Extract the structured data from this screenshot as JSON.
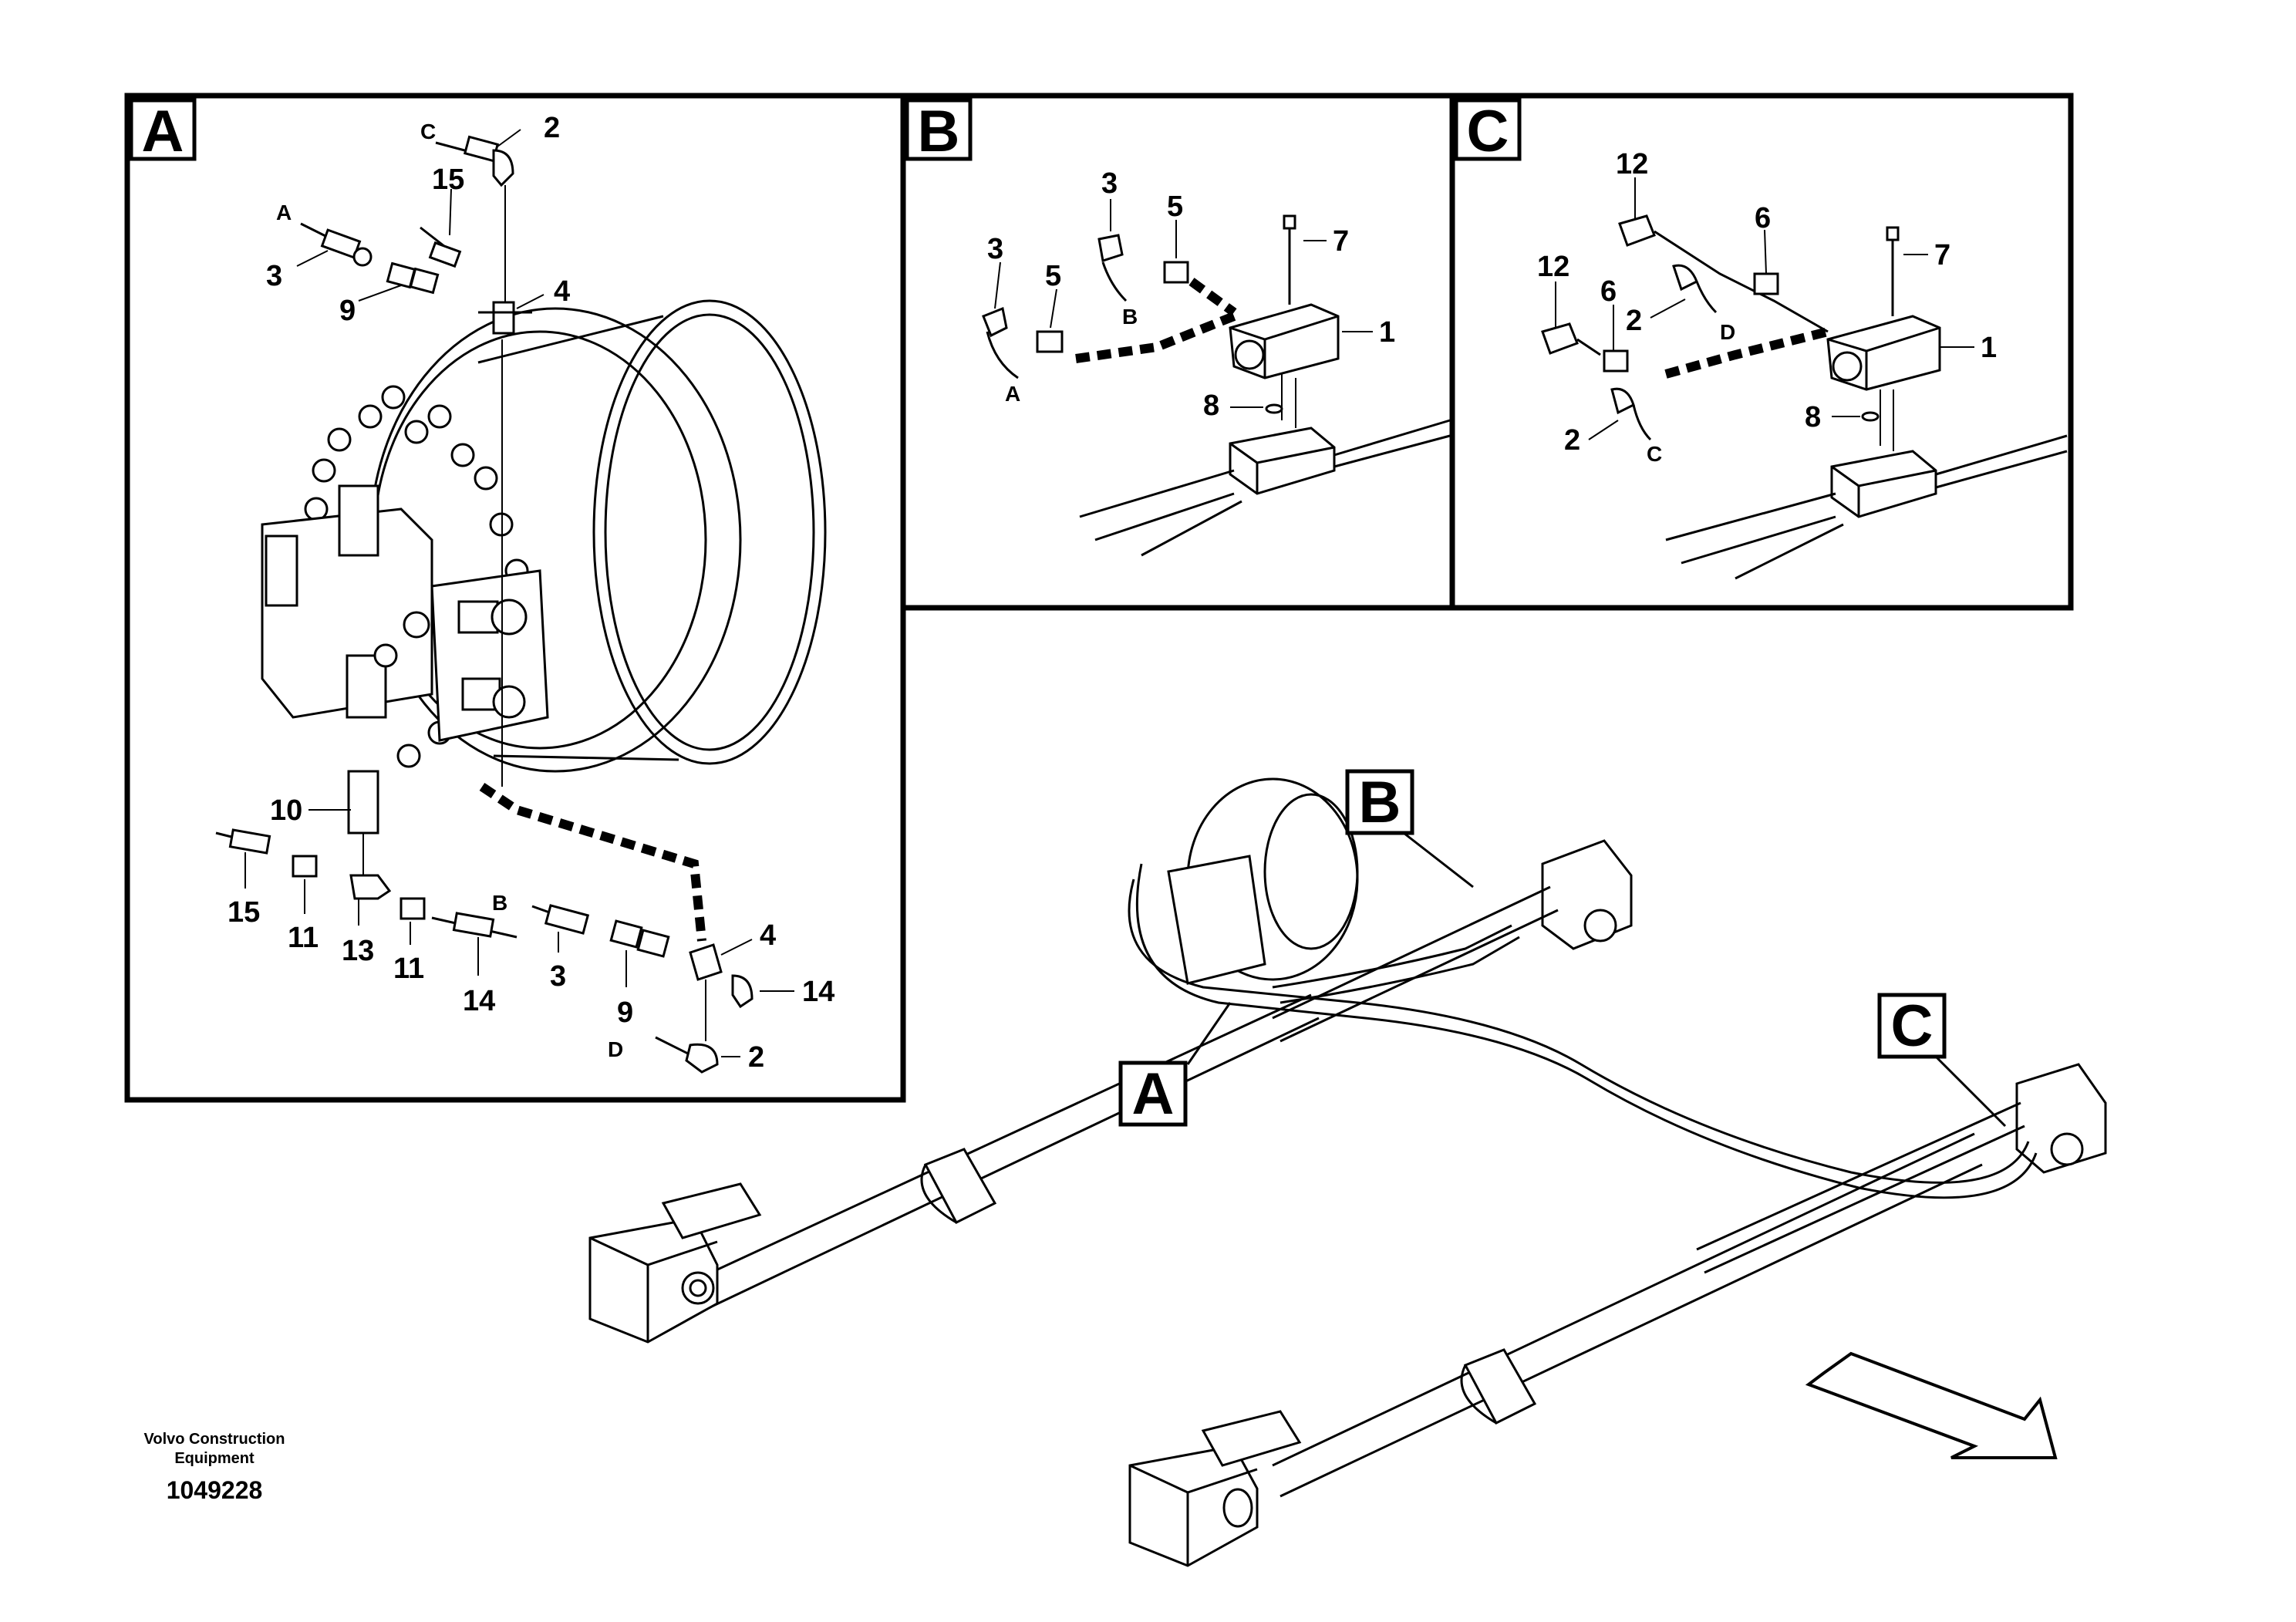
{
  "panels": {
    "A": {
      "label": "A"
    },
    "B": {
      "label": "B"
    },
    "C": {
      "label": "C"
    }
  },
  "panel_a": {
    "callouts": [
      "2",
      "15",
      "3",
      "9",
      "4",
      "10",
      "15",
      "11",
      "13",
      "11",
      "14",
      "3",
      "9",
      "4",
      "14",
      "2"
    ],
    "letters": [
      "C",
      "A",
      "B",
      "D"
    ]
  },
  "panel_b": {
    "callouts": [
      "3",
      "5",
      "3",
      "5",
      "7",
      "1",
      "8"
    ],
    "letters": [
      "B",
      "A"
    ]
  },
  "panel_c": {
    "callouts": [
      "12",
      "6",
      "7",
      "12",
      "6",
      "1",
      "2",
      "8",
      "2"
    ],
    "letters": [
      "D",
      "C"
    ]
  },
  "overview_labels": [
    "B",
    "A",
    "C"
  ],
  "footer": {
    "company_line1": "Volvo Construction",
    "company_line2": "Equipment",
    "drawing_id": "1049228"
  }
}
